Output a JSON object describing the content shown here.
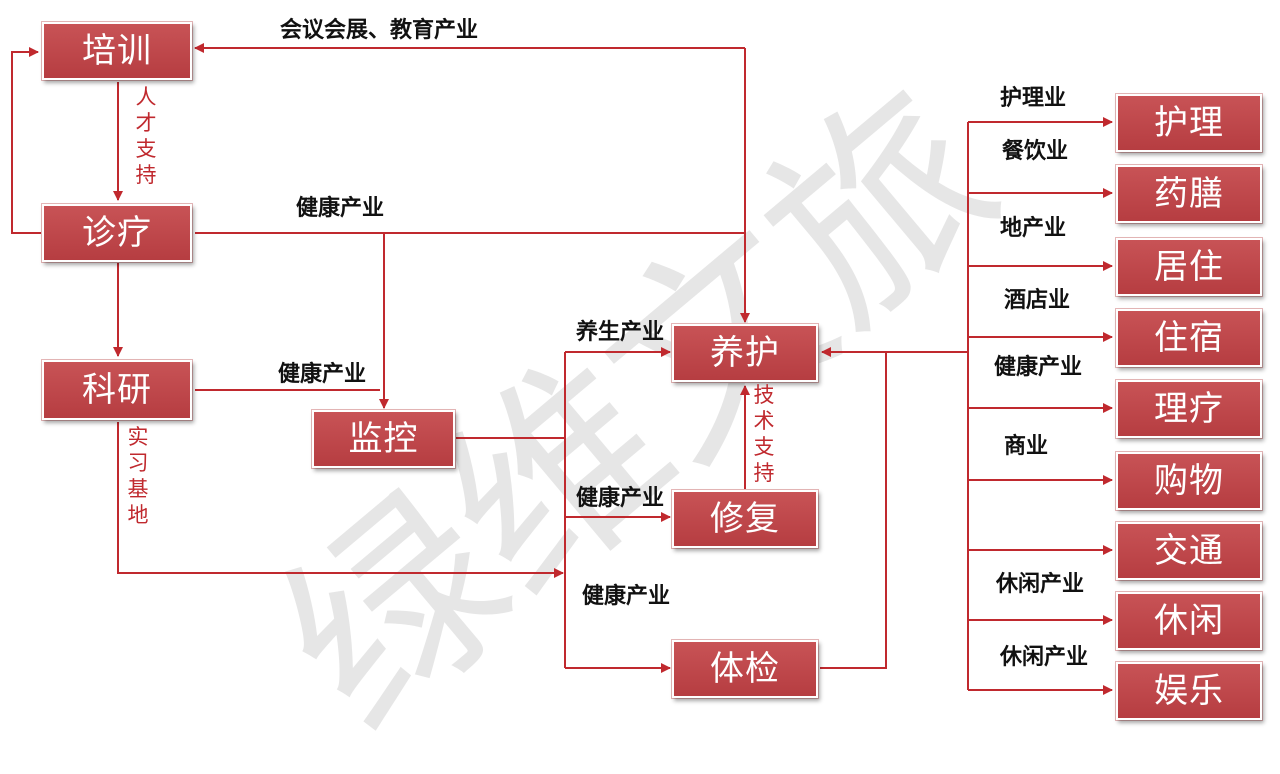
{
  "watermark": "绿维文旅",
  "nodes": {
    "peixun": "培训",
    "zhenliao": "诊疗",
    "keyan": "科研",
    "jiankong": "监控",
    "yanghu": "养护",
    "xiufu": "修复",
    "tijian": "体检",
    "huli": "护理",
    "yaoshan": "药膳",
    "juzhu": "居住",
    "zhusu": "住宿",
    "liliao": "理疗",
    "gouwu": "购物",
    "jiaotong": "交通",
    "xiuxian": "休闲",
    "yule": "娱乐"
  },
  "edge_labels": {
    "top": "会议会展、教育产业",
    "health1": "健康产业",
    "health2": "健康产业",
    "yangsheng": "养生产业",
    "health3": "健康产业",
    "health4": "健康产业",
    "hulije": "护理业",
    "canyin": "餐饮业",
    "dichan": "地产业",
    "jiudian": "酒店业",
    "health5": "健康产业",
    "shangye": "商业",
    "xiuxian1": "休闲产业",
    "xiuxian2": "休闲产业"
  },
  "vertical_labels": {
    "rencai": "人才支持",
    "shixi": "实习基地",
    "jishu": "技术支持"
  },
  "colors": {
    "node_fill": "#c0474a",
    "line": "#c0292e",
    "vertical_text": "#c0292e"
  }
}
